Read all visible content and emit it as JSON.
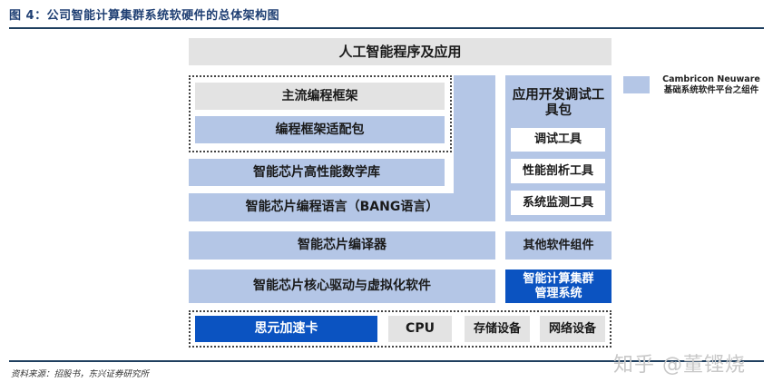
{
  "figure": {
    "title": "图 4：公司智能计算集群系统软硬件的总体架构图"
  },
  "diagram": {
    "application_layer": "人工智能程序及应用",
    "framework_group": {
      "mainstream_frameworks": "主流编程框架",
      "framework_adapter": "编程框架适配包"
    },
    "math_library": "智能芯片高性能数学库",
    "programming_language": "智能芯片编程语言（BANG语言）",
    "compiler": "智能芯片编译器",
    "driver_virtualization": "智能芯片核心驱动与虚拟化软件",
    "dev_toolkit": {
      "title": "应用开发调试工具包",
      "tools": [
        "调试工具",
        "性能剖析工具",
        "系统监测工具"
      ]
    },
    "other_components": "其他软件组件",
    "cluster_management": "智能计算集群管理系统",
    "hardware": {
      "accelerator": "思元加速卡",
      "cpu": "CPU",
      "storage": "存储设备",
      "network": "网络设备"
    },
    "legend": {
      "line1": "Cambricon Neuware",
      "line2": "基础系统软件平台之组件",
      "color": "#b4c6e6"
    },
    "colors": {
      "light_blue": "#b4c6e6",
      "dark_blue": "#0b53c1",
      "gray": "#e3e3e3"
    }
  },
  "footer": {
    "source": "资料来源：招股书，东兴证券研究所",
    "watermark": "知乎 @董铿烧"
  }
}
